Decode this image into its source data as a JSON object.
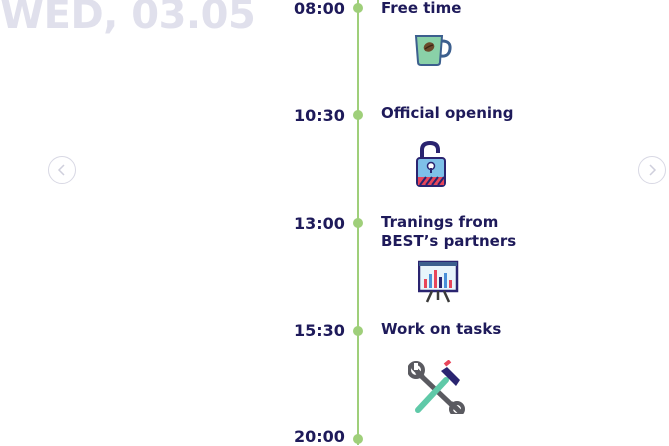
{
  "day": {
    "title": "WED, 03.05"
  },
  "navigation": {
    "prev_icon": "chevron-left-icon",
    "next_icon": "chevron-right-icon"
  },
  "colors": {
    "line": "#9fcf7a",
    "text": "#1e1a5a",
    "day_title": "#e0e0ec"
  },
  "schedule": [
    {
      "time": "08:00",
      "title": "Free time",
      "icon": "coffee-cup-icon"
    },
    {
      "time": "10:30",
      "title": "Official opening",
      "icon": "padlock-open-icon"
    },
    {
      "time": "13:00",
      "title": "Tranings from BEST’s partners",
      "title_line1": "Tranings from",
      "title_line2": "BEST’s partners",
      "icon": "presentation-board-icon"
    },
    {
      "time": "15:30",
      "title": "Work on tasks",
      "icon": "tools-icon"
    },
    {
      "time": "20:00"
    }
  ]
}
